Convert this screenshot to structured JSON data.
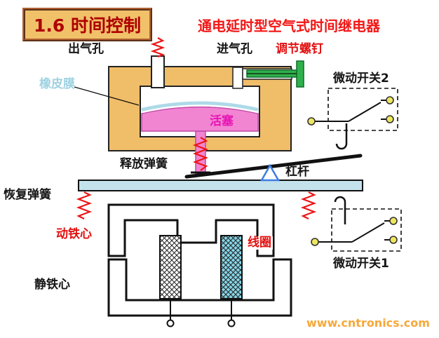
{
  "header": {
    "badge": "1.6 时间控制",
    "title": "通电延时型空气式时间继电器"
  },
  "labels": {
    "air_outlet": "出气孔",
    "air_inlet": "进气孔",
    "adjust_screw": "调节螺钉",
    "rubber_membrane": "橡皮膜",
    "micro_switch_2": "微动开关2",
    "piston": "活塞",
    "release_spring": "释放弹簧",
    "lever": "杠杆",
    "recovery_spring": "恢复弹簧",
    "moving_core": "动铁心",
    "coil": "线圈",
    "static_core": "静铁心",
    "micro_switch_1": "微动开关1"
  },
  "footer": {
    "watermark": "www.cntronics.com"
  },
  "colors": {
    "chamber_orange": "#f0bd68",
    "piston_pink": "#f285d2",
    "membrane_blue": "#aedae8",
    "bar_blue": "#c3e2ec",
    "coil_cyan": "#86d6e8",
    "spring_red": "#ee1515",
    "screw_green": "#2fb04c",
    "fulcrum_blue": "#3d7de0",
    "terminal_yellow": "#ede65e",
    "badge_bg": "#f1c16a",
    "title_red": "#ae0000",
    "subtitle_red": "#f31616",
    "label_red": "#e21010",
    "piston_text_magenta": "#e615b4",
    "membrane_text_blue": "#9fd2e2",
    "watermark_orange": "#f7a83a"
  }
}
